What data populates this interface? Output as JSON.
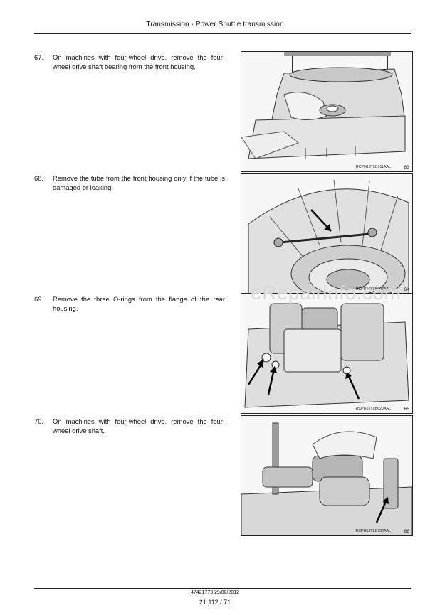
{
  "header": {
    "title": "Transmission - Power Shuttle transmission"
  },
  "steps": [
    {
      "number": "67.",
      "text": "On machines with four-wheel drive, remove the four-wheel drive shaft bearing from the front housing.",
      "figure_code": "RCPH10TLB911AAL",
      "figure_number": "63"
    },
    {
      "number": "68.",
      "text": "Remove the tube from the front housing only if the tube is damaged or leaking.",
      "figure_code": "RCPH10TLB607AAL",
      "figure_number": "64"
    },
    {
      "number": "69.",
      "text": "Remove the three O-rings from the flange of the rear housing.",
      "figure_code": "RCPH10TLB620AAL",
      "figure_number": "65"
    },
    {
      "number": "70.",
      "text": "On machines with four-wheel drive, remove the four-wheel drive shaft.",
      "figure_code": "RCPH10TLB730AAL",
      "figure_number": "66"
    }
  ],
  "watermark": "eRepairinfo.com",
  "footer": {
    "doc_ref": "47421773 29/08/2012",
    "page": "21.112 / 71"
  },
  "colors": {
    "line": "#222222",
    "shade": "#bdbdbd",
    "watermark": "#d9d9d9"
  }
}
